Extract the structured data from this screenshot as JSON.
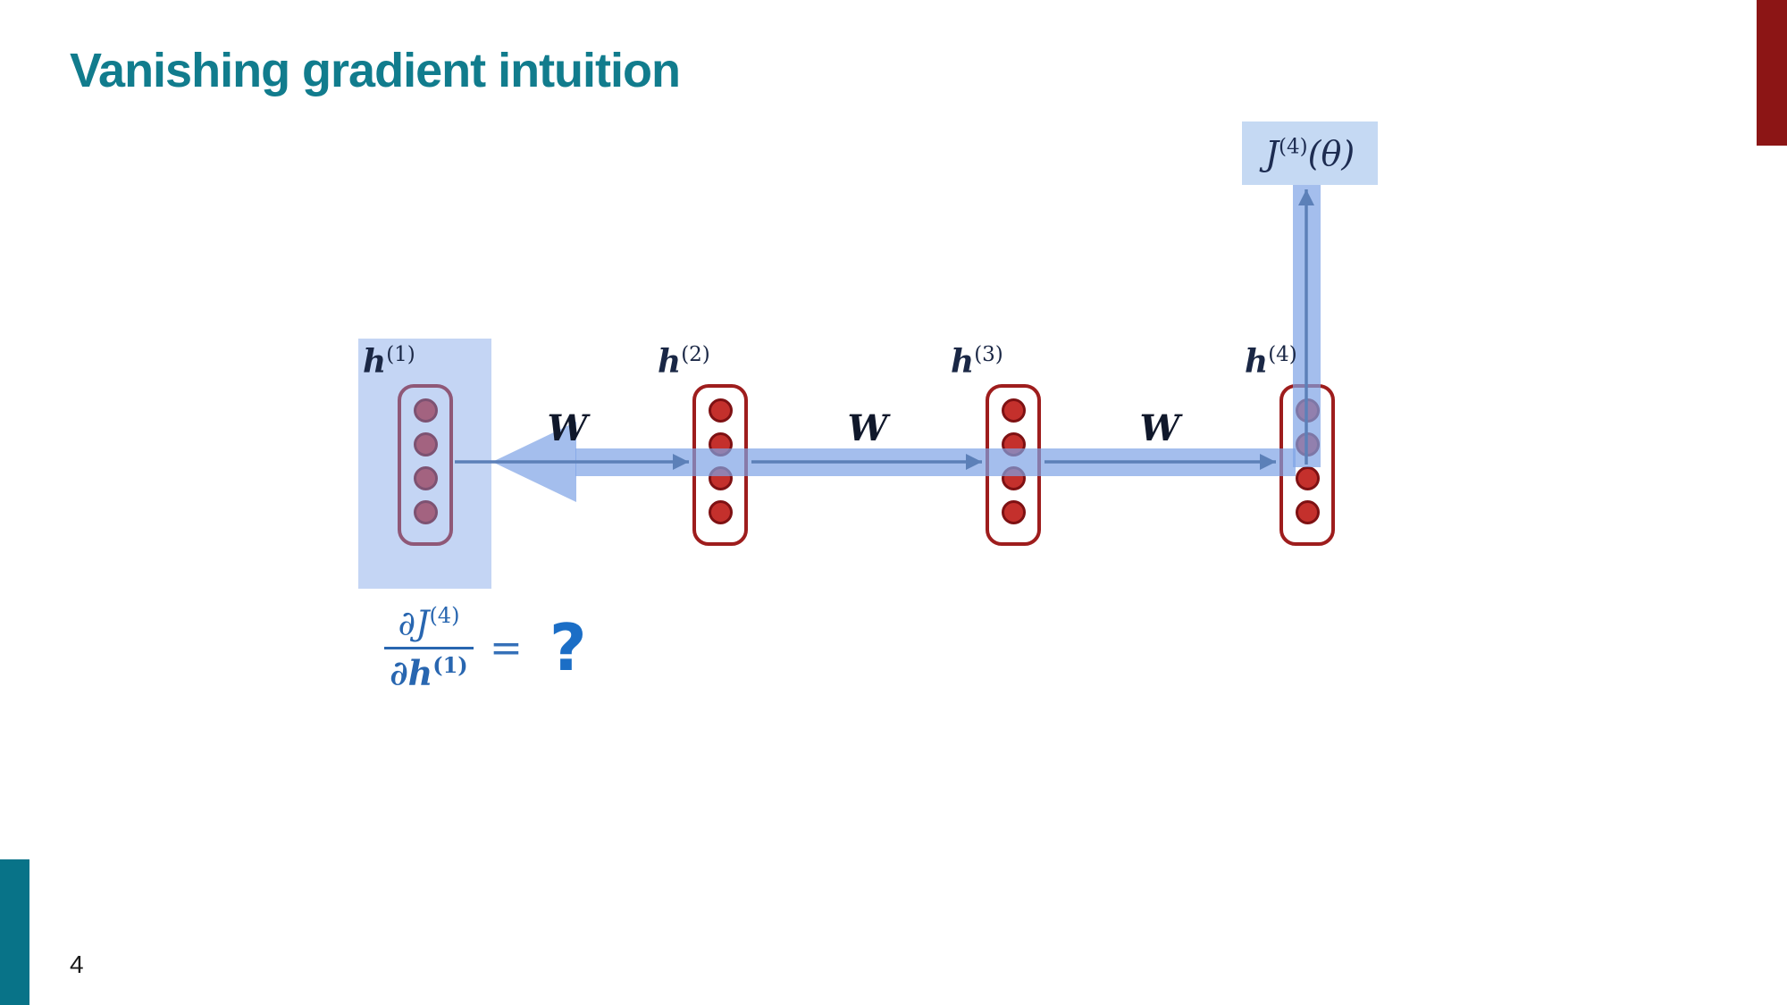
{
  "slide": {
    "title": "Vanishing gradient intuition",
    "page_number": "4"
  },
  "colors": {
    "title_teal": "#117C8D",
    "sidebar_red": "#8C1515",
    "footer_teal": "#087388",
    "band_blue": "#AECBF2",
    "loss_box_fill": "#C5D9F3",
    "node_red": "#C4302C",
    "node_border_red": "#7E1113",
    "box_border_red": "#9E1D1D",
    "math_navy": "#1A2745",
    "arrow_steel_blue": "#5C80B8",
    "formula_blue": "#2866B0",
    "question_blue": "#1B6EC6"
  },
  "diagram": {
    "loss": {
      "base": "J",
      "sup": "(4)",
      "arg": "(θ)"
    },
    "states": [
      {
        "base": "h",
        "sup": "(1)"
      },
      {
        "base": "h",
        "sup": "(2)"
      },
      {
        "base": "h",
        "sup": "(3)"
      },
      {
        "base": "h",
        "sup": "(4)"
      }
    ],
    "weights": [
      "W",
      "W",
      "W"
    ],
    "formula": {
      "num_base": "∂J",
      "num_sup": "(4)",
      "den_base": "∂h",
      "den_sup": "(1)",
      "equals": "=",
      "question": "?"
    }
  }
}
